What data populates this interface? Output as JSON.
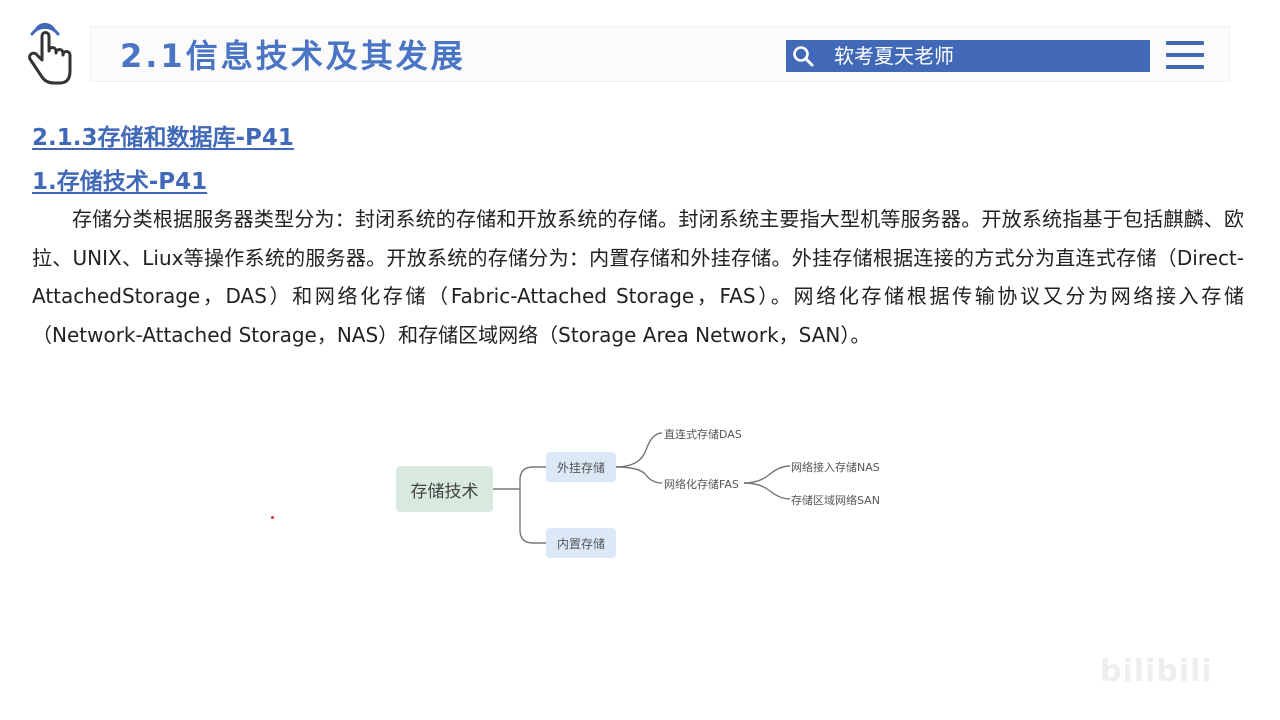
{
  "header": {
    "title": "2.1信息技术及其发展",
    "search_text": "软考夏天老师"
  },
  "content": {
    "section_heading": "2.1.3存储和数据库-P41",
    "sub_heading": "1.存储技术-P41",
    "paragraph": "存储分类根据服务器类型分为：封闭系统的存储和开放系统的存储。封闭系统主要指大型机等服务器。开放系统指基于包括麒麟、欧拉、UNIX、Liux等操作系统的服务器。开放系统的存储分为：内置存储和外挂存储。外挂存储根据连接的方式分为直连式存储（Direct-AttachedStorage，DAS）和网络化存储（Fabric-Attached Storage，FAS）。网络化存储根据传输协议又分为网络接入存储（Network-Attached Storage，NAS）和存储区域网络（Storage Area Network，SAN）。"
  },
  "mindmap": {
    "root": "存储技术",
    "branch_external": "外挂存储",
    "branch_internal": "内置存储",
    "leaf_das": "直连式存储DAS",
    "leaf_fas": "网络化存储FAS",
    "leaf_nas": "网络接入存储NAS",
    "leaf_san": "存储区域网络SAN"
  },
  "watermark": {
    "brand": "bilibili"
  },
  "colors": {
    "accent": "#4169b8",
    "title": "#4a74c4",
    "root_node": "#d8eadf",
    "branch_node": "#dbe9f7"
  },
  "icons": [
    "hand-pointer-icon",
    "search-icon",
    "menu-icon"
  ]
}
